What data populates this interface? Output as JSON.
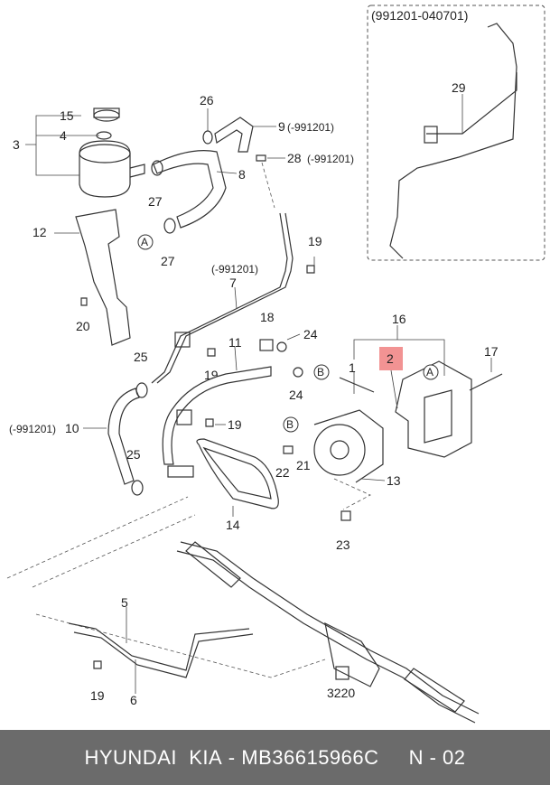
{
  "footer": {
    "brand": "HYUNDAI  KIA",
    "separator": " - ",
    "part_number": "MB36615966C",
    "page": "N - 02"
  },
  "inset": {
    "title": "(991201-040701)",
    "part": "29"
  },
  "highlight": {
    "part": "2",
    "color": "#f08080"
  },
  "labels": {
    "p1": "1",
    "p3": "3",
    "p4": "4",
    "p5": "5",
    "p6": "6",
    "p7": "7",
    "p8": "8",
    "p9": "9",
    "p9note": "(-991201)",
    "p10": "10",
    "p10note": "(-991201)",
    "p11": "11",
    "p12": "12",
    "p13": "13",
    "p14": "14",
    "p15": "15",
    "p16": "16",
    "p17": "17",
    "p18": "18",
    "p19a": "19",
    "p19b": "19",
    "p19c": "19",
    "p19d": "19",
    "p20": "20",
    "p21": "21",
    "p22": "22",
    "p23": "23",
    "p24a": "24",
    "p24b": "24",
    "p25a": "25",
    "p25b": "25",
    "p26": "26",
    "p27a": "27",
    "p27b": "27",
    "p28": "28",
    "p28note": "(-991201)",
    "p7note": "(-991201)",
    "p3220": "3220",
    "refA1": "A",
    "refA2": "A",
    "refB1": "B",
    "refB2": "B"
  }
}
